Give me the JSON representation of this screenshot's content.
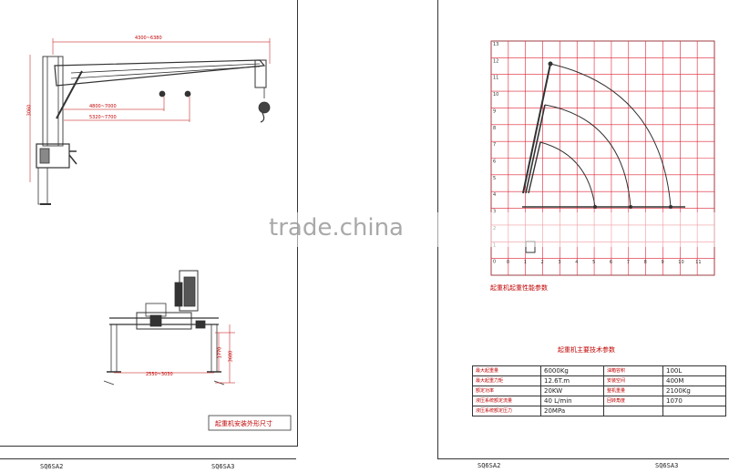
{
  "watermark": "trade.china",
  "left_sheet": {
    "dim_labels": {
      "top_span": "4300~6380",
      "reach_1": "4800~7000",
      "reach_2": "5320~7700",
      "height_left": "3060",
      "base_width": "2550~3030",
      "height_a": "1770",
      "height_b": "3680"
    },
    "caption": "起重机安装外形尺寸",
    "footer_left": "SQ6SA2",
    "footer_right": "SQ6SA3"
  },
  "right_sheet": {
    "load_chart": {
      "y_ticks": [
        "13",
        "12",
        "11",
        "10",
        "9",
        "8",
        "7",
        "6",
        "5",
        "4",
        "3",
        "2",
        "1",
        "0"
      ],
      "x_ticks": [
        "0",
        "1",
        "2",
        "3",
        "4",
        "5",
        "6",
        "7",
        "8",
        "9",
        "10",
        "11"
      ]
    },
    "chart_caption": "起重机起重性能参数",
    "table_title": "起重机主要技术参数",
    "specs": [
      {
        "l1": "最大起重量",
        "v1": "6000Kg",
        "l2": "油箱容积",
        "v2": "100L"
      },
      {
        "l1": "最大起重力矩",
        "v1": "12.6T.m",
        "l2": "安装空间",
        "v2": "400M"
      },
      {
        "l1": "额定功率",
        "v1": "20KW",
        "l2": "整机重量",
        "v2": "2100Kg"
      },
      {
        "l1": "液压系统额定流量",
        "v1": "40 L/min",
        "l2": "回转角度",
        "v2": "1070"
      },
      {
        "l1": "液压系统额定压力",
        "v1": "20MPa",
        "l2": "",
        "v2": ""
      }
    ],
    "footer_left": "SQ6SA2",
    "footer_right": "SQ6SA3"
  }
}
